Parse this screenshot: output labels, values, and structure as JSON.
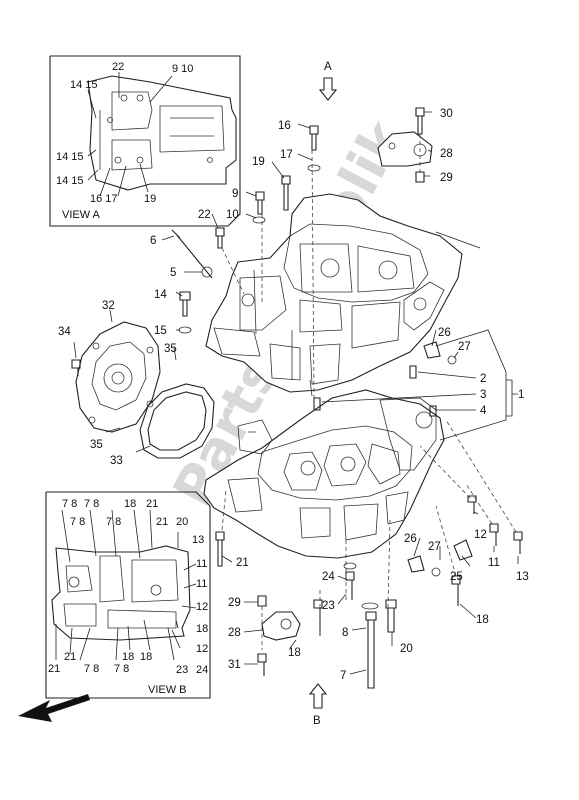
{
  "watermark": "PartsRepublik",
  "view_a": {
    "title": "VIEW A",
    "labels": [
      "22",
      "9 10",
      "14 15",
      "14 15",
      "14 15",
      "16 17",
      "19"
    ]
  },
  "view_b": {
    "title": "VIEW B",
    "labels": [
      "7 8",
      "7 8",
      "18",
      "21",
      "7 8",
      "7 8",
      "21",
      "20",
      "13",
      "11",
      "11",
      "12",
      "18",
      "12",
      "24",
      "23",
      "18",
      "7 8",
      "7 8",
      "21",
      "21",
      "18"
    ]
  },
  "direction_markers": {
    "a": "A",
    "b": "B"
  },
  "callouts": [
    "16",
    "30",
    "17",
    "28",
    "19",
    "29",
    "9",
    "10",
    "22",
    "6",
    "5",
    "14",
    "15",
    "32",
    "34",
    "35",
    "26",
    "27",
    "2",
    "3",
    "1",
    "4",
    "35",
    "33",
    "21",
    "12",
    "11",
    "13",
    "26",
    "27",
    "25",
    "24",
    "23",
    "29",
    "28",
    "18",
    "8",
    "20",
    "18",
    "31",
    "7"
  ]
}
